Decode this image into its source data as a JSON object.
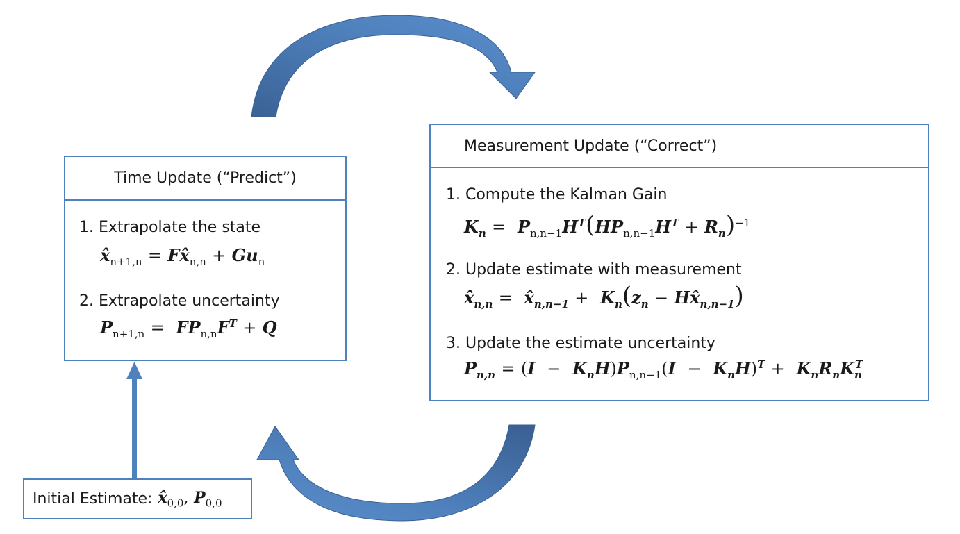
{
  "time_update": {
    "title": "Time Update (“Predict”)",
    "step1": "1. Extrapolate the state",
    "step2": "2. Extrapolate uncertainty"
  },
  "measurement_update": {
    "title": "Measurement Update (“Correct”)",
    "step1": "1. Compute the Kalman Gain",
    "step2": "2. Update estimate with measurement",
    "step3": "3. Update the estimate uncertainty"
  },
  "initial_estimate": {
    "label": "Initial Estimate:"
  },
  "colors": {
    "box_border": "#4f81bd",
    "arrow_fill": "#4f81bd",
    "arrow_dark": "#3a5f91"
  }
}
